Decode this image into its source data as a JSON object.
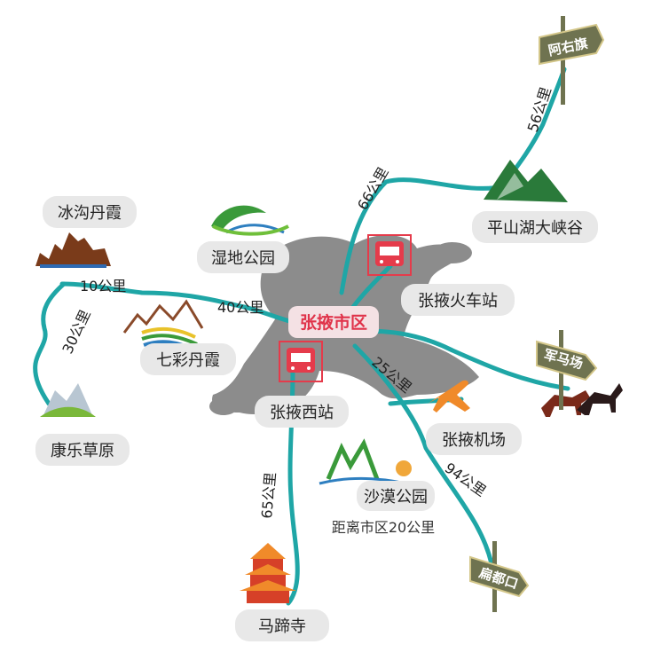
{
  "map": {
    "city_center": "张掖市区",
    "colors": {
      "route": "#1fa6a6",
      "urban_area": "#8c8c8c",
      "pill": "#e8e8e8",
      "city_text": "#e0334a",
      "sign_board": "#6f7350",
      "station_red": "#e53b4b",
      "airplane": "#f08a2a"
    },
    "places": {
      "bingou": "冰沟丹霞",
      "qicai": "七彩丹霞",
      "kangle": "康乐草原",
      "shidi": "湿地公园",
      "pingshanhu": "平山湖大峡谷",
      "huochezhan": "张掖火车站",
      "xizhan": "张掖西站",
      "jichang": "张掖机场",
      "shamo": "沙漠公园",
      "shamo_note": "距离市区20公里",
      "mati": "马蹄寺"
    },
    "signs": {
      "aluqi": "阿右旗",
      "junmachang": "军马场",
      "biandukou": "扁都口"
    },
    "distances": {
      "d56": "56公里",
      "d66": "66公里",
      "d10": "10公里",
      "d40": "40公里",
      "d30": "30公里",
      "d25": "25公里",
      "d65": "65公里",
      "d94": "94公里"
    }
  }
}
